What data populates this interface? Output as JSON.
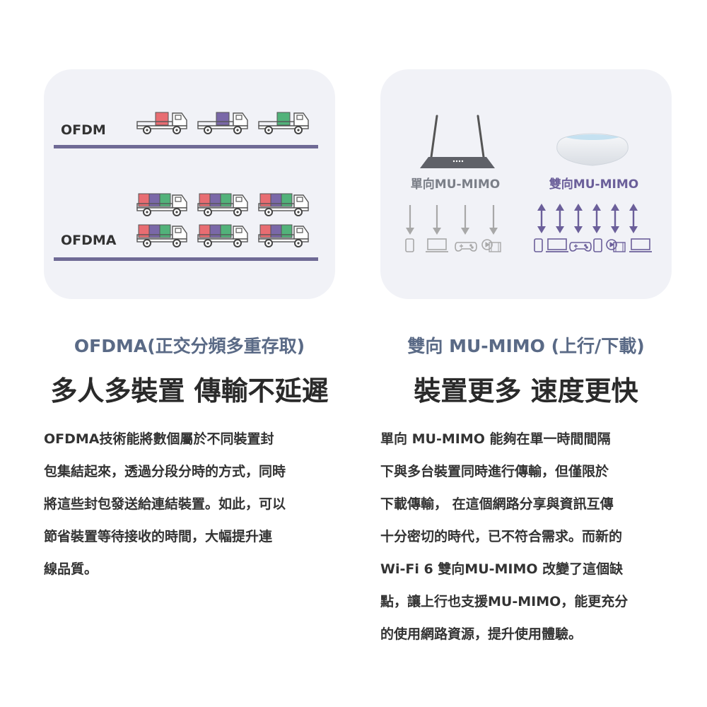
{
  "left_panel": {
    "ofdm_label": "OFDM",
    "ofdma_label": "OFDMA"
  },
  "right_panel": {
    "single_label": "單向MU-MIMO",
    "dual_label": "雙向MU-MIMO"
  },
  "colors": {
    "panel_bg": "#f1f2f7",
    "road": "#6f6a95",
    "cargo_red": "#e86d72",
    "cargo_purple": "#7a68a8",
    "cargo_green": "#52b27a",
    "arrow_gray": "#a8a8a8",
    "arrow_purple": "#6b5f9a",
    "subtitle": "#5a6a86"
  },
  "left_text": {
    "subtitle": "OFDMA(正交分頻多重存取)",
    "headline": "多人多裝置 傳輸不延遲",
    "lines": [
      "OFDMA技術能將數個屬於不同裝置封",
      "包集結起來，透過分段分時的方式，同時",
      "將這些封包發送給連結裝置。如此，可以",
      "節省裝置等待接收的時間，大幅提升連",
      "線品質。"
    ]
  },
  "right_text": {
    "subtitle": "雙向 MU-MIMO (上行/下載)",
    "headline": "裝置更多 速度更快",
    "lines": [
      "單向 MU-MIMO 能夠在單一時間間隔",
      "下與多台裝置同時進行傳輸，但僅限於",
      "下載傳輸， 在這個網路分享與資訊互傳",
      "十分密切的時代，已不符合需求。而新的",
      "Wi-Fi 6 雙向MU-MIMO 改變了這個缺",
      "點，讓上行也支援MU-MIMO，能更充分",
      "的使用網路資源，提升使用體驗。"
    ]
  }
}
